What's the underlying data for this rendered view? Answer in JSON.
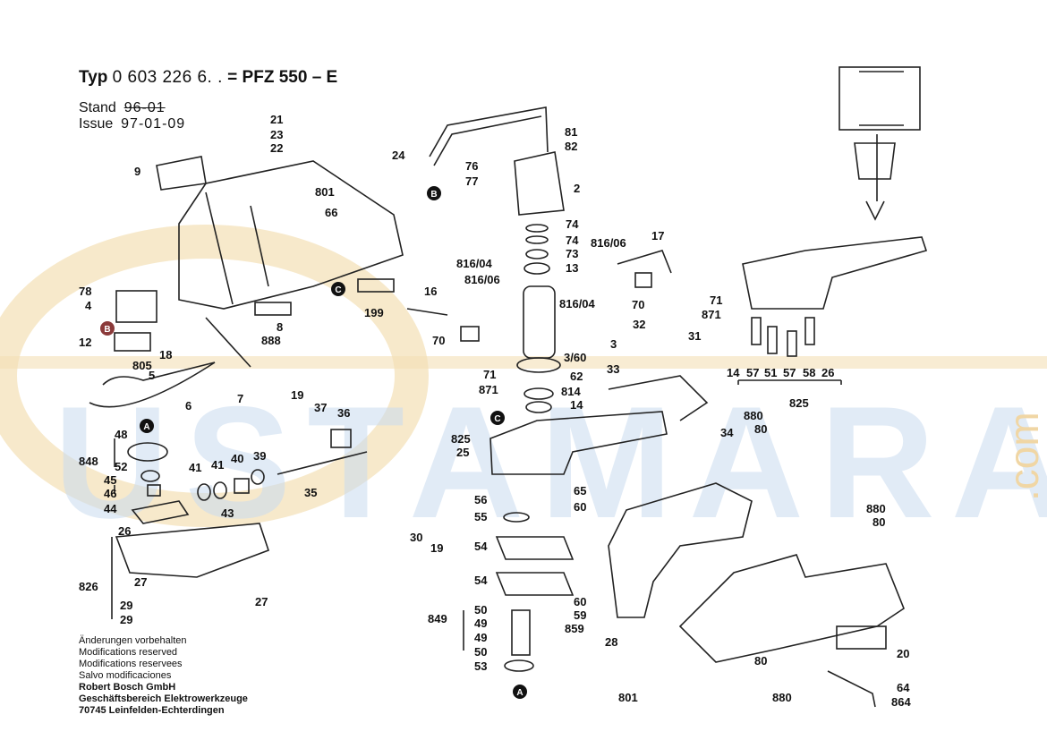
{
  "header": {
    "typ_label": "Typ",
    "typ_number": "0 603 226 6. .",
    "equals": "=",
    "model": "PFZ 550 – E",
    "stand_label": "Stand",
    "stand_value": "96-01",
    "issue_label": "Issue",
    "issue_value": "97-01-09"
  },
  "footer": {
    "changes": [
      "Änderungen vorbehalten",
      "Modifications reserved",
      "Modifications reservees",
      "Salvo modificaciones"
    ],
    "company": [
      "Robert Bosch GmbH",
      "Geschäftsbereich Elektrowerkzeuge",
      "70745 Leinfelden-Echterdingen"
    ]
  },
  "watermark": {
    "text": "USTAMARA",
    "suffix": ".com",
    "color": "#e8c27a",
    "text_color": "#aec6e6"
  },
  "part_labels": [
    "21",
    "23",
    "22",
    "9",
    "801",
    "66",
    "78",
    "4",
    "12",
    "805",
    "18",
    "5",
    "6",
    "7",
    "19",
    "199",
    "888",
    "8",
    "24",
    "76",
    "77",
    "81",
    "82",
    "2",
    "74",
    "74",
    "73",
    "13",
    "816/04",
    "816/06",
    "16",
    "70",
    "871",
    "71",
    "3",
    "3/60",
    "62",
    "814",
    "14",
    "816/06",
    "17",
    "816/04",
    "70",
    "871",
    "71",
    "32",
    "33",
    "31",
    "34",
    "825",
    "25",
    "56",
    "65",
    "55",
    "60",
    "30",
    "19",
    "54",
    "54",
    "60",
    "849",
    "50",
    "49",
    "49",
    "50",
    "59",
    "859",
    "53",
    "48",
    "848",
    "52",
    "45",
    "46",
    "44",
    "41",
    "41",
    "40",
    "39",
    "35",
    "37",
    "36",
    "43",
    "26",
    "826",
    "27",
    "27",
    "29",
    "29",
    "880",
    "80",
    "880",
    "80",
    "28",
    "20",
    "80",
    "880",
    "801",
    "864",
    "64",
    "14",
    "57",
    "51",
    "57",
    "58",
    "26",
    "825"
  ],
  "markers": [
    "A",
    "B",
    "C"
  ]
}
